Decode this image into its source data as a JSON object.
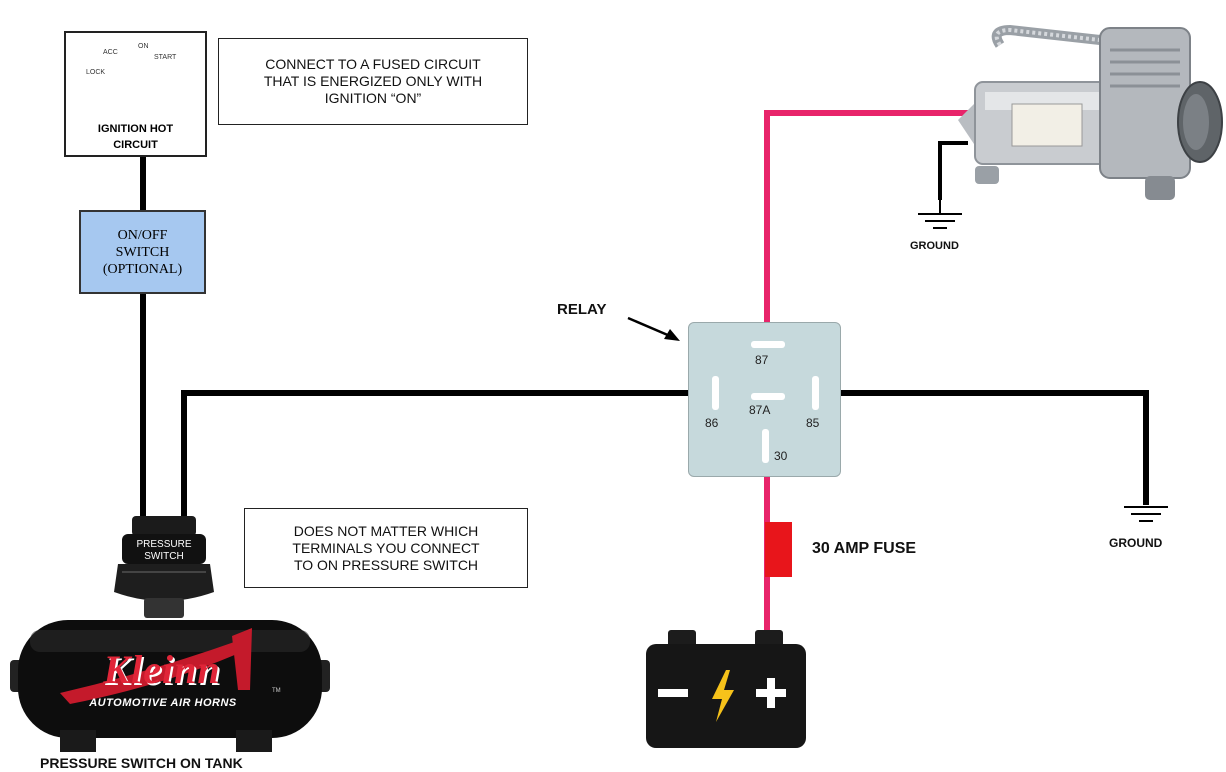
{
  "ignition": {
    "positions": {
      "acc": "ACC",
      "on": "ON",
      "start": "START",
      "lock": "LOCK"
    },
    "label_line1": "IGNITION HOT",
    "label_line2": "CIRCUIT"
  },
  "fused_note": {
    "line1": "CONNECT TO A FUSED CIRCUIT",
    "line2": "THAT IS ENERGIZED ONLY WITH",
    "line3": "IGNITION “ON”"
  },
  "switch": {
    "line1": "ON/OFF",
    "line2": "SWITCH",
    "line3": "(OPTIONAL)"
  },
  "relay": {
    "label": "RELAY",
    "terminals": {
      "t87": "87",
      "t87a": "87A",
      "t86": "86",
      "t85": "85",
      "t30": "30"
    }
  },
  "pressure_switch": {
    "line1": "PRESSURE",
    "line2": "SWITCH"
  },
  "terminals_note": {
    "line1": "DOES NOT MATTER WHICH",
    "line2": "TERMINALS YOU CONNECT",
    "line3": "TO ON PRESSURE SWITCH"
  },
  "tank": {
    "brand": "Kleinn",
    "tm": "TM",
    "tagline": "AUTOMOTIVE AIR HORNS",
    "caption": "PRESSURE SWITCH ON TANK"
  },
  "fuse_label": "30 AMP FUSE",
  "ground_labels": {
    "compressor": "GROUND",
    "relay": "GROUND"
  },
  "battery": {
    "minus": "−",
    "plus": "+"
  },
  "colors": {
    "power_wire": "#e8246a",
    "ground_wire": "#000000",
    "fuse": "#e8151b",
    "relay_body": "#c6d9dc",
    "switch_box": "#a6c8f0"
  }
}
